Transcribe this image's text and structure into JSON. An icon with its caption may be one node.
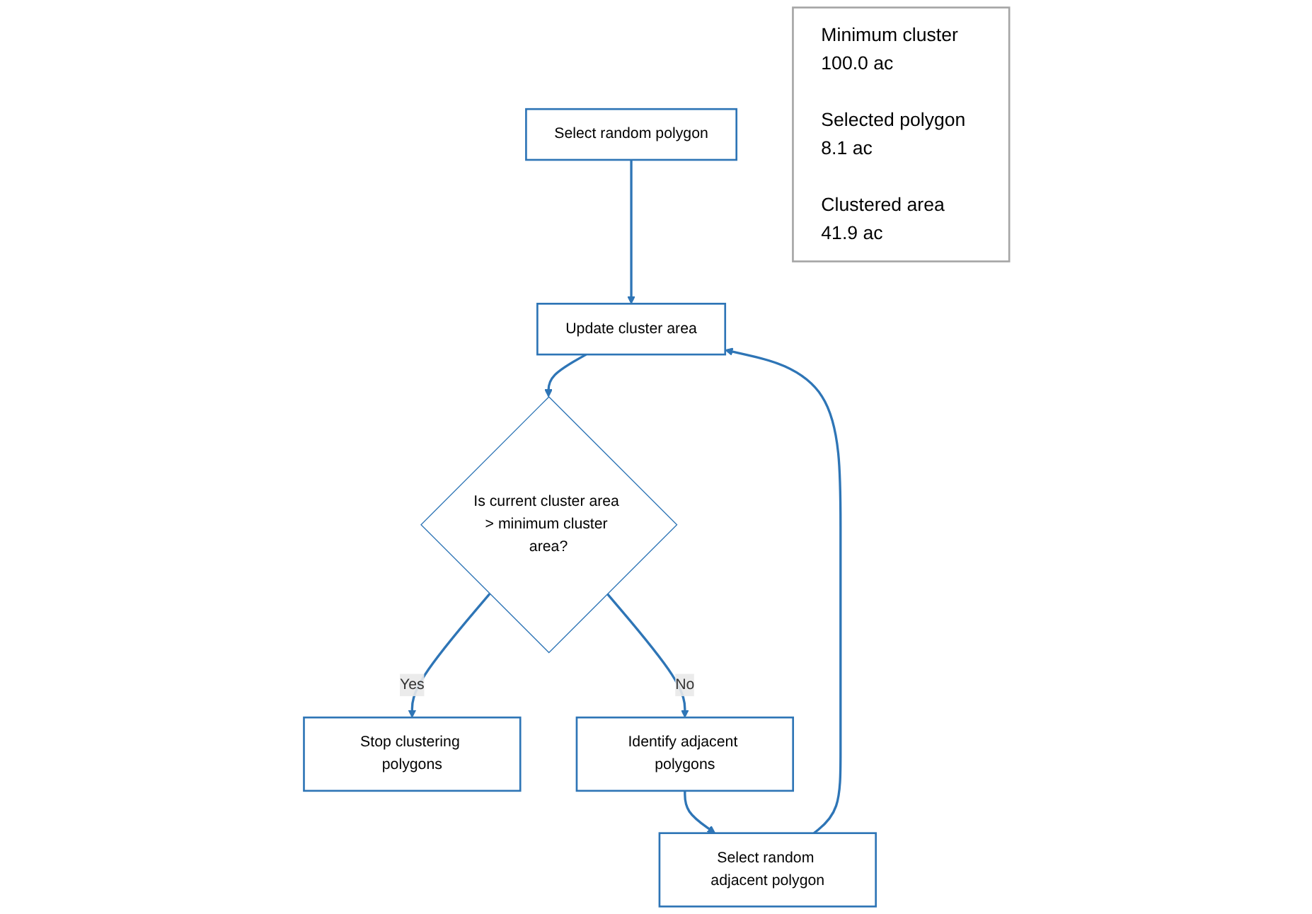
{
  "diagram": {
    "nodes": [
      {
        "text": [
          "Select random polygon"
        ]
      },
      {
        "text": [
          "Update cluster area"
        ]
      },
      {
        "text": [
          "Is current cluster area > minimum cluster area?"
        ]
      },
      {
        "text": [
          "Stop clustering polygons"
        ]
      },
      {
        "text": [
          "Identify adjacent polygons"
        ]
      },
      {
        "text": [
          "Select random adjacent polygon"
        ]
      },
      {
        "text": [
          "Minimum cluster 100.0 ac",
          "Selected polygon 8.1 ac",
          "Clustered area 41.9 ac"
        ]
      }
    ],
    "edges": [
      {
        "from": 0,
        "to": 1,
        "arrow": "to"
      },
      {
        "from": 1,
        "to": 2,
        "arrow": "to"
      },
      {
        "from": 2,
        "to": 3,
        "arrow": "to",
        "label": "Yes"
      },
      {
        "from": 2,
        "to": 4,
        "arrow": "to",
        "label": "No"
      },
      {
        "from": 4,
        "to": 5,
        "arrow": "to"
      },
      {
        "from": 5,
        "to": 1,
        "arrow": "to"
      }
    ]
  }
}
